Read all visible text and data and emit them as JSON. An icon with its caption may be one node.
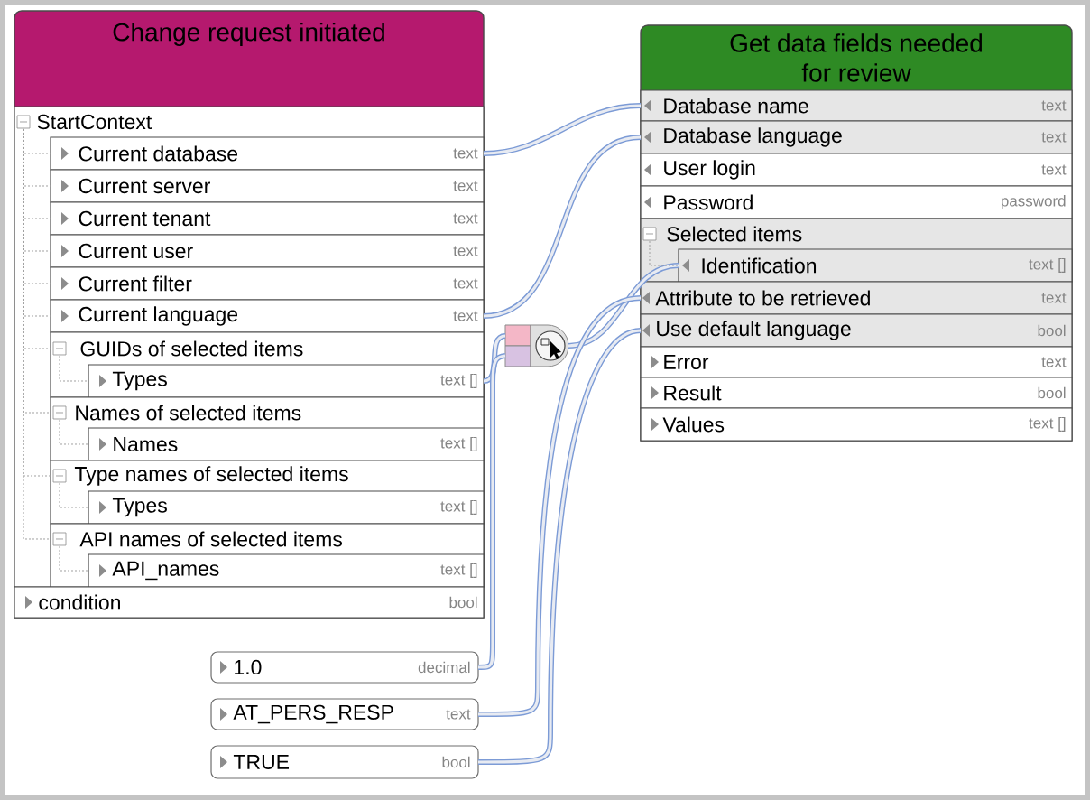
{
  "diagram": {
    "nodes": [
      {
        "text": [
          "Change request initiated"
        ]
      },
      {
        "text": [
          "StartContext"
        ],
        "in": 0
      },
      {
        "text": [
          "Current database",
          "text"
        ],
        "in": 1
      },
      {
        "text": [
          "Current server",
          "text"
        ],
        "in": 1
      },
      {
        "text": [
          "Current tenant",
          "text"
        ],
        "in": 1
      },
      {
        "text": [
          "Current user",
          "text"
        ],
        "in": 1
      },
      {
        "text": [
          "Current filter",
          "text"
        ],
        "in": 1
      },
      {
        "text": [
          "Current language",
          "text"
        ],
        "in": 1
      },
      {
        "text": [
          "GUIDs of selected items"
        ],
        "in": 1
      },
      {
        "text": [
          "Types",
          "text []"
        ],
        "in": 8
      },
      {
        "text": [
          "Names of selected items"
        ],
        "in": 1
      },
      {
        "text": [
          "Names",
          "text []"
        ],
        "in": 10
      },
      {
        "text": [
          "Type names of selected items"
        ],
        "in": 1
      },
      {
        "text": [
          "Types",
          "text []"
        ],
        "in": 12
      },
      {
        "text": [
          "API names of selected items"
        ],
        "in": 1
      },
      {
        "text": [
          "API_names",
          "text []"
        ],
        "in": 14
      },
      {
        "text": [
          "condition",
          "bool"
        ],
        "in": 0
      },
      {
        "text": [
          "Get data fields needed for review"
        ]
      },
      {
        "text": [
          "Database name",
          "text"
        ],
        "in": 17
      },
      {
        "text": [
          "Database language",
          "text"
        ],
        "in": 17
      },
      {
        "text": [
          "User login",
          "text"
        ],
        "in": 17
      },
      {
        "text": [
          "Password",
          "password"
        ],
        "in": 17
      },
      {
        "text": [
          "Selected items"
        ],
        "in": 17
      },
      {
        "text": [
          "Identification",
          "text []"
        ],
        "in": 22
      },
      {
        "text": [
          "Attribute to be retrieved",
          "text"
        ],
        "in": 17
      },
      {
        "text": [
          "Use default language",
          "bool"
        ],
        "in": 17
      },
      {
        "text": [
          "Error",
          "text"
        ],
        "in": 17
      },
      {
        "text": [
          "Result",
          "bool"
        ],
        "in": 17
      },
      {
        "text": [
          "Values",
          "text []"
        ],
        "in": 17
      },
      {
        "text": [],
        "shape": "picture"
      },
      {
        "text": [
          "1.0",
          "decimal"
        ]
      },
      {
        "text": [
          "AT_PERS_RESP",
          "text"
        ]
      },
      {
        "text": [
          "TRUE",
          "bool"
        ]
      }
    ],
    "edges": [
      {
        "from": 2,
        "to": 18,
        "arrow": "none",
        "style": "thick",
        "color": "#7c9bd6"
      },
      {
        "from": 7,
        "to": 19,
        "arrow": "none",
        "style": "thick",
        "color": "#7c9bd6"
      },
      {
        "from": 9,
        "to": 29,
        "arrow": "none",
        "style": "thick",
        "color": "#7c9bd6"
      },
      {
        "from": 30,
        "to": 29,
        "arrow": "none",
        "style": "thick",
        "color": "#7c9bd6"
      },
      {
        "from": 29,
        "to": 23,
        "arrow": "none",
        "style": "thick",
        "color": "#7c9bd6"
      },
      {
        "from": 31,
        "to": 24,
        "arrow": "none",
        "style": "thick",
        "color": "#7c9bd6"
      },
      {
        "from": 32,
        "to": 25,
        "arrow": "none",
        "style": "thick",
        "color": "#7c9bd6"
      },
      {
        "from": 1,
        "to": 2,
        "arrow": "none",
        "style": "dashed"
      },
      {
        "from": 1,
        "to": 3,
        "arrow": "none",
        "style": "dashed"
      },
      {
        "from": 1,
        "to": 4,
        "arrow": "none",
        "style": "dashed"
      },
      {
        "from": 1,
        "to": 5,
        "arrow": "none",
        "style": "dashed"
      },
      {
        "from": 1,
        "to": 6,
        "arrow": "none",
        "style": "dashed"
      },
      {
        "from": 1,
        "to": 7,
        "arrow": "none",
        "style": "dashed"
      },
      {
        "from": 1,
        "to": 8,
        "arrow": "none",
        "style": "dashed"
      },
      {
        "from": 1,
        "to": 10,
        "arrow": "none",
        "style": "dashed"
      },
      {
        "from": 1,
        "to": 12,
        "arrow": "none",
        "style": "dashed"
      },
      {
        "from": 1,
        "to": 14,
        "arrow": "none",
        "style": "dashed"
      },
      {
        "from": 8,
        "to": 9,
        "arrow": "none",
        "style": "dashed"
      },
      {
        "from": 10,
        "to": 11,
        "arrow": "none",
        "style": "dashed"
      },
      {
        "from": 12,
        "to": 13,
        "arrow": "none",
        "style": "dashed"
      },
      {
        "from": 14,
        "to": 15,
        "arrow": "none",
        "style": "dashed"
      },
      {
        "from": 22,
        "to": 23,
        "arrow": "none",
        "style": "dashed"
      }
    ]
  }
}
